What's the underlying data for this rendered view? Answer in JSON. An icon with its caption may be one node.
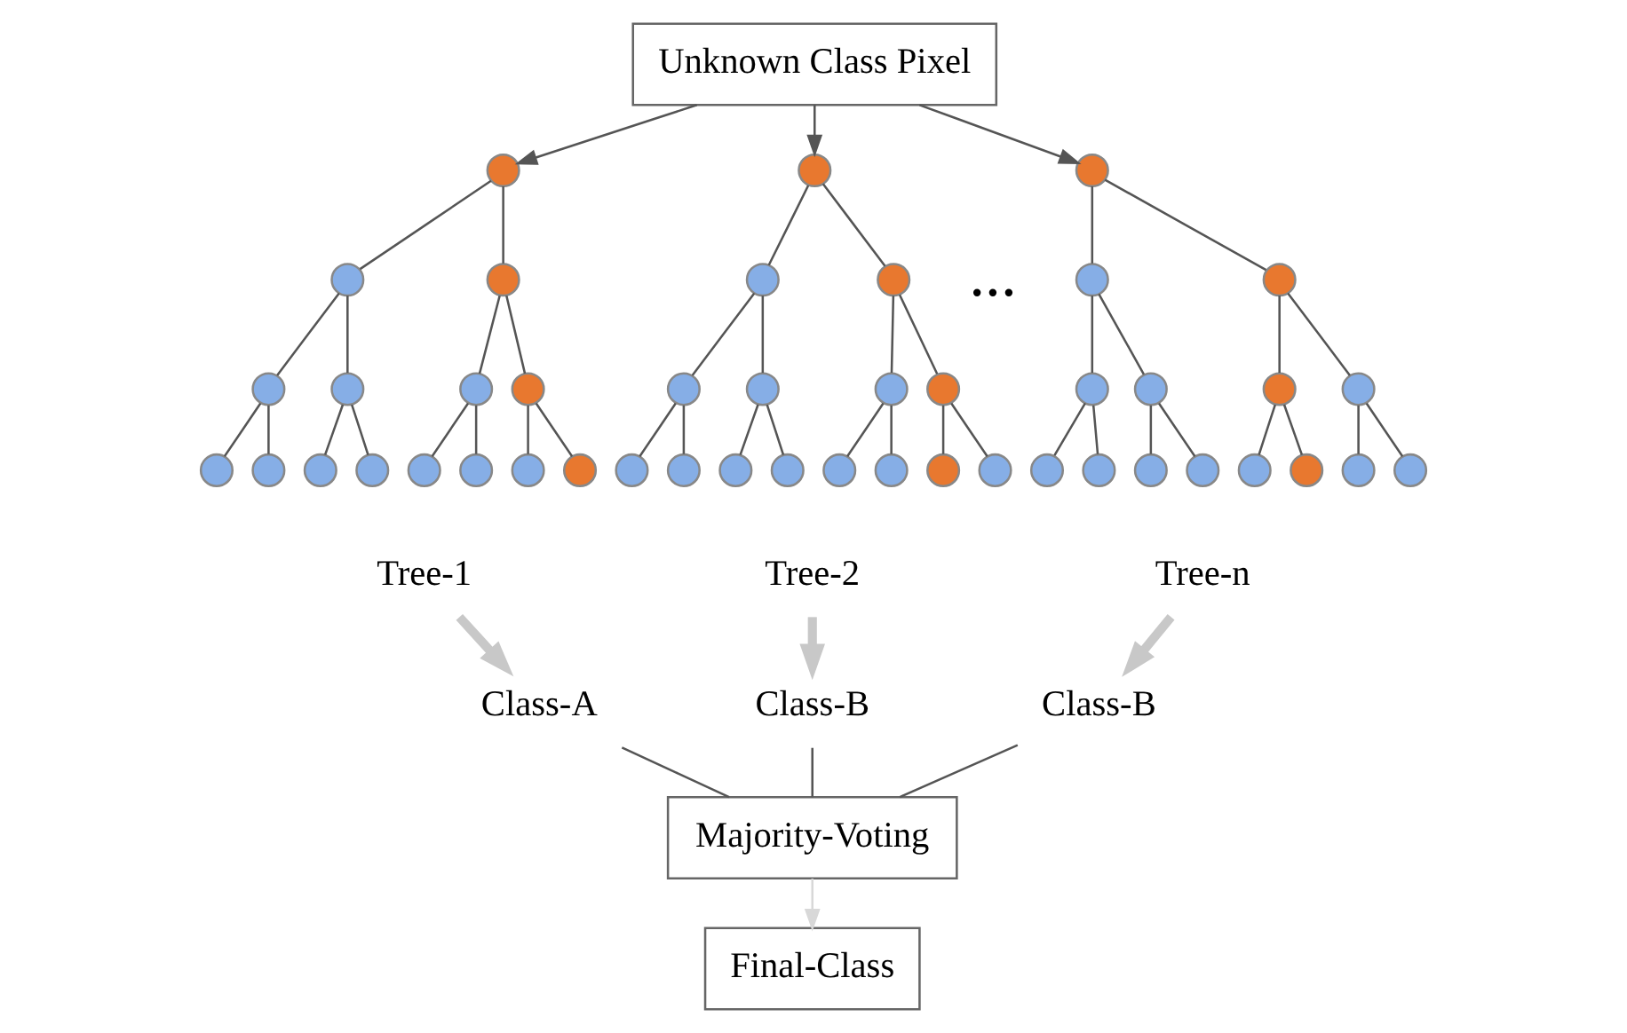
{
  "diagram": {
    "nodes": [
      {
        "text": [
          "Unknown Class Pixel"
        ]
      },
      {
        "text": [],
        "shape": "circle"
      },
      {
        "text": [],
        "shape": "circle"
      },
      {
        "text": [],
        "shape": "circle"
      },
      {
        "text": [],
        "shape": "circle"
      },
      {
        "text": [],
        "shape": "circle"
      },
      {
        "text": [],
        "shape": "circle"
      },
      {
        "text": [],
        "shape": "circle"
      },
      {
        "text": [],
        "shape": "circle"
      },
      {
        "text": [],
        "shape": "circle"
      },
      {
        "text": [],
        "shape": "circle"
      },
      {
        "text": [],
        "shape": "circle"
      },
      {
        "text": [],
        "shape": "circle"
      },
      {
        "text": [],
        "shape": "circle"
      },
      {
        "text": [],
        "shape": "circle"
      },
      {
        "text": [],
        "shape": "circle"
      },
      {
        "text": [],
        "shape": "circle"
      },
      {
        "text": [],
        "shape": "circle"
      },
      {
        "text": [],
        "shape": "circle"
      },
      {
        "text": [],
        "shape": "circle"
      },
      {
        "text": [],
        "shape": "circle"
      },
      {
        "text": [],
        "shape": "circle"
      },
      {
        "text": [],
        "shape": "circle"
      },
      {
        "text": [],
        "shape": "circle"
      },
      {
        "text": [],
        "shape": "circle"
      },
      {
        "text": [],
        "shape": "circle"
      },
      {
        "text": [],
        "shape": "circle"
      },
      {
        "text": [],
        "shape": "circle"
      },
      {
        "text": [],
        "shape": "circle"
      },
      {
        "text": [],
        "shape": "circle"
      },
      {
        "text": [],
        "shape": "circle"
      },
      {
        "text": [],
        "shape": "circle"
      },
      {
        "text": [],
        "shape": "circle"
      },
      {
        "text": [],
        "shape": "circle"
      },
      {
        "text": [],
        "shape": "circle"
      },
      {
        "text": [],
        "shape": "circle"
      },
      {
        "text": [],
        "shape": "circle"
      },
      {
        "text": [],
        "shape": "circle"
      },
      {
        "text": [],
        "shape": "circle"
      },
      {
        "text": [],
        "shape": "circle"
      },
      {
        "text": [],
        "shape": "circle"
      },
      {
        "text": [],
        "shape": "circle"
      },
      {
        "text": [],
        "shape": "circle"
      },
      {
        "text": [],
        "shape": "circle"
      },
      {
        "text": [],
        "shape": "circle"
      },
      {
        "text": [],
        "shape": "circle"
      },
      {
        "text": [
          "Tree-1"
        ]
      },
      {
        "text": [
          "Tree-2"
        ]
      },
      {
        "text": [
          "Tree-n"
        ]
      },
      {
        "text": [
          "Class-A"
        ]
      },
      {
        "text": [
          "Class-B"
        ]
      },
      {
        "text": [
          "Class-B"
        ]
      },
      {
        "text": [
          "Majority-Voting"
        ]
      },
      {
        "text": [
          "Final-Class"
        ]
      }
    ],
    "edges": [
      {
        "from": 0,
        "to": 1,
        "arrow": "to"
      },
      {
        "from": 0,
        "to": 16,
        "arrow": "to"
      },
      {
        "from": 0,
        "to": 31,
        "arrow": "to"
      },
      {
        "from": 1,
        "to": 2,
        "arrow": "none"
      },
      {
        "from": 1,
        "to": 3,
        "arrow": "none"
      },
      {
        "from": 2,
        "to": 4,
        "arrow": "none"
      },
      {
        "from": 2,
        "to": 5,
        "arrow": "none"
      },
      {
        "from": 3,
        "to": 6,
        "arrow": "none"
      },
      {
        "from": 3,
        "to": 7,
        "arrow": "none"
      },
      {
        "from": 4,
        "to": 8,
        "arrow": "none"
      },
      {
        "from": 4,
        "to": 9,
        "arrow": "none"
      },
      {
        "from": 5,
        "to": 10,
        "arrow": "none"
      },
      {
        "from": 5,
        "to": 11,
        "arrow": "none"
      },
      {
        "from": 6,
        "to": 12,
        "arrow": "none"
      },
      {
        "from": 6,
        "to": 13,
        "arrow": "none"
      },
      {
        "from": 7,
        "to": 14,
        "arrow": "none"
      },
      {
        "from": 7,
        "to": 15,
        "arrow": "none"
      },
      {
        "from": 16,
        "to": 17,
        "arrow": "none"
      },
      {
        "from": 16,
        "to": 18,
        "arrow": "none"
      },
      {
        "from": 17,
        "to": 19,
        "arrow": "none"
      },
      {
        "from": 17,
        "to": 20,
        "arrow": "none"
      },
      {
        "from": 18,
        "to": 21,
        "arrow": "none"
      },
      {
        "from": 18,
        "to": 22,
        "arrow": "none"
      },
      {
        "from": 19,
        "to": 23,
        "arrow": "none"
      },
      {
        "from": 19,
        "to": 24,
        "arrow": "none"
      },
      {
        "from": 20,
        "to": 25,
        "arrow": "none"
      },
      {
        "from": 20,
        "to": 26,
        "arrow": "none"
      },
      {
        "from": 21,
        "to": 27,
        "arrow": "none"
      },
      {
        "from": 21,
        "to": 28,
        "arrow": "none"
      },
      {
        "from": 22,
        "to": 29,
        "arrow": "none"
      },
      {
        "from": 22,
        "to": 30,
        "arrow": "none"
      },
      {
        "from": 31,
        "to": 32,
        "arrow": "none"
      },
      {
        "from": 31,
        "to": 33,
        "arrow": "none"
      },
      {
        "from": 32,
        "to": 34,
        "arrow": "none"
      },
      {
        "from": 32,
        "to": 35,
        "arrow": "none"
      },
      {
        "from": 33,
        "to": 36,
        "arrow": "none"
      },
      {
        "from": 33,
        "to": 37,
        "arrow": "none"
      },
      {
        "from": 34,
        "to": 38,
        "arrow": "none"
      },
      {
        "from": 34,
        "to": 39,
        "arrow": "none"
      },
      {
        "from": 35,
        "to": 40,
        "arrow": "none"
      },
      {
        "from": 35,
        "to": 41,
        "arrow": "none"
      },
      {
        "from": 36,
        "to": 42,
        "arrow": "none"
      },
      {
        "from": 36,
        "to": 43,
        "arrow": "none"
      },
      {
        "from": 37,
        "to": 44,
        "arrow": "none"
      },
      {
        "from": 37,
        "to": 45,
        "arrow": "none"
      },
      {
        "from": 46,
        "to": 49,
        "arrow": "to",
        "style": "thick",
        "color": "#c8c8c8"
      },
      {
        "from": 47,
        "to": 50,
        "arrow": "to",
        "style": "thick",
        "color": "#c8c8c8"
      },
      {
        "from": 48,
        "to": 51,
        "arrow": "to",
        "style": "thick",
        "color": "#c8c8c8"
      },
      {
        "from": 49,
        "to": 52,
        "arrow": "none"
      },
      {
        "from": 50,
        "to": 52,
        "arrow": "none"
      },
      {
        "from": 51,
        "to": 52,
        "arrow": "none"
      },
      {
        "from": 52,
        "to": 53,
        "arrow": "to",
        "color": "#d8d8d8"
      }
    ],
    "labels": [
      "..."
    ]
  }
}
